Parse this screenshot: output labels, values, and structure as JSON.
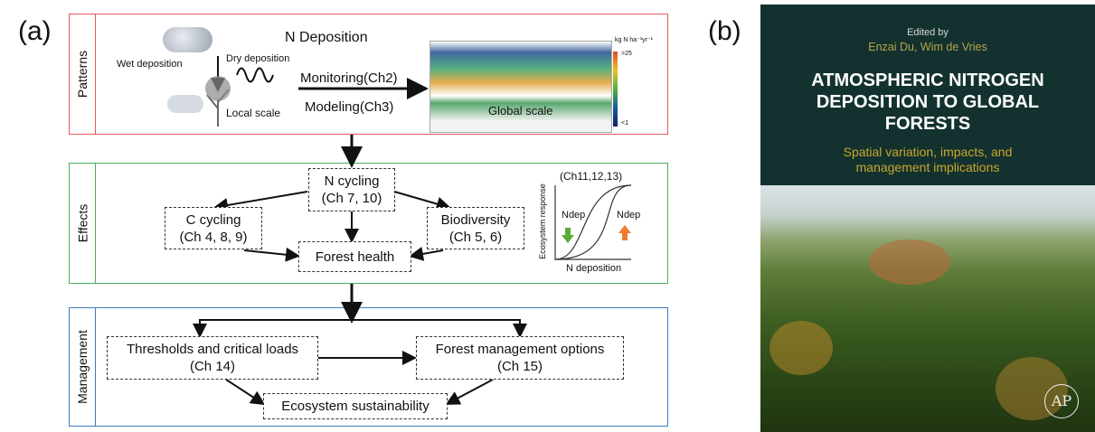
{
  "panel_a": {
    "label": "(a)",
    "patterns": {
      "section_label": "Patterns",
      "title": "N Deposition",
      "wet": "Wet deposition",
      "dry": "Dry deposition",
      "local": "Local scale",
      "monitoring": "Monitoring(Ch2)",
      "modeling": "Modeling(Ch3)",
      "global": "Global scale",
      "legend_unit": "kg N ha⁻¹yr⁻¹",
      "legend_max": ">25",
      "legend_min": "<1"
    },
    "effects": {
      "section_label": "Effects",
      "n_cycling": [
        "N cycling",
        "(Ch 7, 10)"
      ],
      "c_cycling": [
        "C cycling",
        "(Ch 4, 8, 9)"
      ],
      "biodiversity": [
        "Biodiversity",
        "(Ch 5, 6)"
      ],
      "forest_health": "Forest health",
      "graph": {
        "title": "(Ch11,12,13)",
        "ylabel": "Ecosystem response",
        "xlabel": "N deposition",
        "left_label": "Ndep",
        "right_label": "Ndep"
      }
    },
    "management": {
      "section_label": "Management",
      "thresholds": [
        "Thresholds and critical loads",
        "(Ch 14)"
      ],
      "forest_mgmt": [
        "Forest management options",
        "(Ch 15)"
      ],
      "sustainability": "Ecosystem sustainability"
    }
  },
  "panel_b": {
    "label": "(b)",
    "edited_by": "Edited by",
    "editors": "Enzai Du, Wim de Vries",
    "title_lines": [
      "ATMOSPHERIC NITROGEN",
      "DEPOSITION TO GLOBAL",
      "FORESTS"
    ],
    "subtitle_lines": [
      "Spatial variation, impacts, and",
      "management implications"
    ],
    "publisher_logo": "AP"
  }
}
